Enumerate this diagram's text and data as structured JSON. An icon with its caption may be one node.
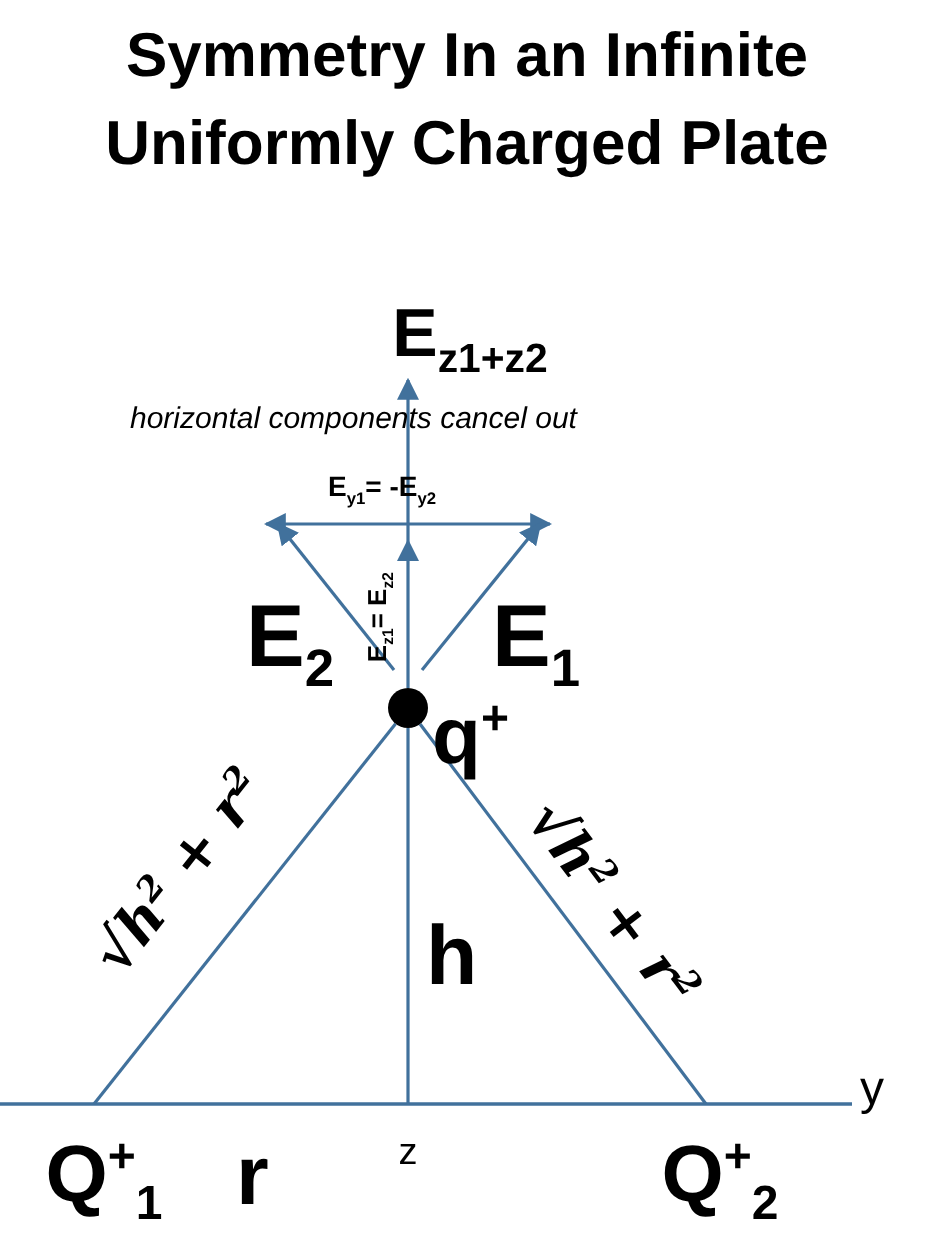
{
  "diagram": {
    "title": "Symmetry In an Infinite Uniformly Charged Plate",
    "nodes": [
      {
        "text": [],
        "shape": "circle",
        "beside": [
          "q$^{+}$"
        ]
      },
      {
        "text": [
          "Q$^{+}$$_{1}$"
        ]
      },
      {
        "text": [
          "Q$^{+}$$_{2}$"
        ]
      },
      {
        "text": [
          "z"
        ]
      },
      {
        "text": [
          "E$_{z1+z2}$"
        ]
      }
    ],
    "edges": [
      {
        "from": 0,
        "to": 1,
        "arrow": "none"
      },
      {
        "from": 0,
        "to": 2,
        "arrow": "none"
      },
      {
        "from": 0,
        "to": 3,
        "arrow": "none"
      },
      {
        "from": 0,
        "to": 4,
        "arrow": "to"
      }
    ],
    "labels": [
      "horizontal components cancel out",
      "E$_{y1}$= -E$_{y2}$",
      "E$_{z1}$= E$_{z2}$",
      "E$_{2}$",
      "E$_{1}$",
      "√h$^{2}$ + r$^{2}$",
      "h",
      "√h$^{2}$ + r$^{2}$",
      "r",
      "y"
    ]
  }
}
